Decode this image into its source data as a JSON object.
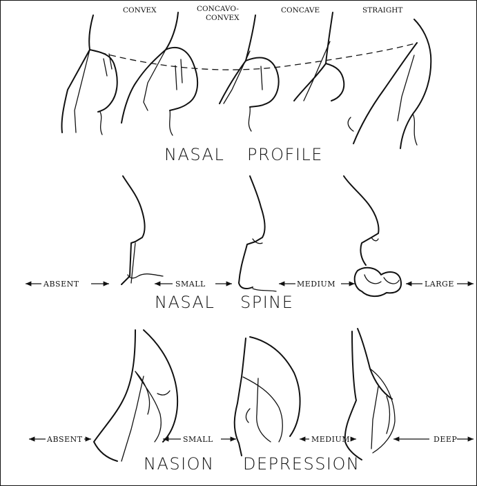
{
  "sections": {
    "nasal_profile": {
      "title_word1": "NASAL",
      "title_word2": "PROFILE",
      "types": [
        "CONVEX",
        "CONCAVO-",
        "CONVEX",
        "CONCAVE",
        "STRAIGHT"
      ]
    },
    "nasal_spine": {
      "title_word1": "NASAL",
      "title_word2": "SPINE",
      "grades": [
        "ABSENT",
        "SMALL",
        "MEDIUM",
        "LARGE"
      ]
    },
    "nasion_depression": {
      "title_word1": "NASION",
      "title_word2": "DEPRESSION",
      "grades": [
        "ABSENT",
        "SMALL",
        "MEDIUM",
        "DEEP"
      ]
    }
  }
}
